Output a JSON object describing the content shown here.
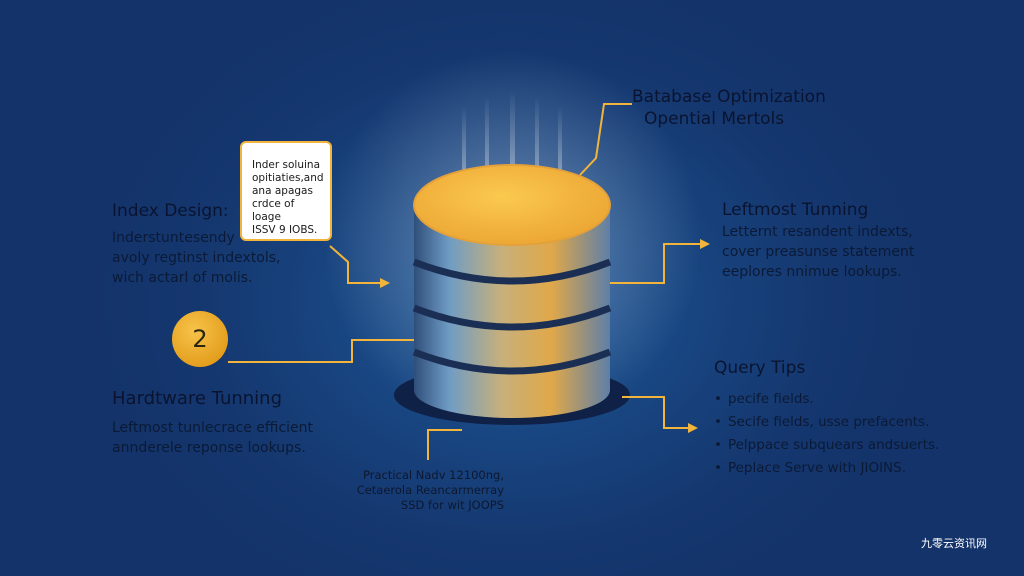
{
  "title": {
    "line1": "Batabase Optimization",
    "line2": "Opential Mertols"
  },
  "callout": {
    "lines": [
      "Inder soluina",
      "opitiaties,and",
      "ana apagas",
      "crdce of loage",
      "ISSV 9 IOBS."
    ]
  },
  "index_design": {
    "heading": "Index Design:",
    "lines": [
      "Inderstuntesendy",
      "avoly regtinst indextols,",
      "wich actarl of molis."
    ]
  },
  "badge": {
    "label": "2"
  },
  "hardware": {
    "heading": "Hardtware Tunning",
    "lines": [
      "Leftmost tunlecrace efficient",
      "annderele reponse lookups."
    ]
  },
  "leftmost": {
    "heading": "Leftmost Tunning",
    "lines": [
      "Letternt resandent indexts,",
      "cover preasunse statement",
      "eeplores nnimue lookups."
    ]
  },
  "query_tips": {
    "heading": "Query Tips",
    "items": [
      "pecife fields.",
      "Secife fields, usse prefacents.",
      "Pelppace subquears andsuerts.",
      "Peplace Serve with JIOINS."
    ]
  },
  "practical": {
    "lines": [
      "Practical Nadv 12100ng,",
      "Cetaerola Reancarmerray",
      "SSD for wit JOOPS"
    ]
  },
  "watermark": "九零云资讯网",
  "colors": {
    "background": "#15376f",
    "accent": "#f2b43a",
    "cylinder_top": "#f6b73c",
    "cylinder_body": "#5f86a8"
  },
  "icons": {
    "center": "database-cylinder-icon",
    "connectors": "arrow-right-icon"
  }
}
